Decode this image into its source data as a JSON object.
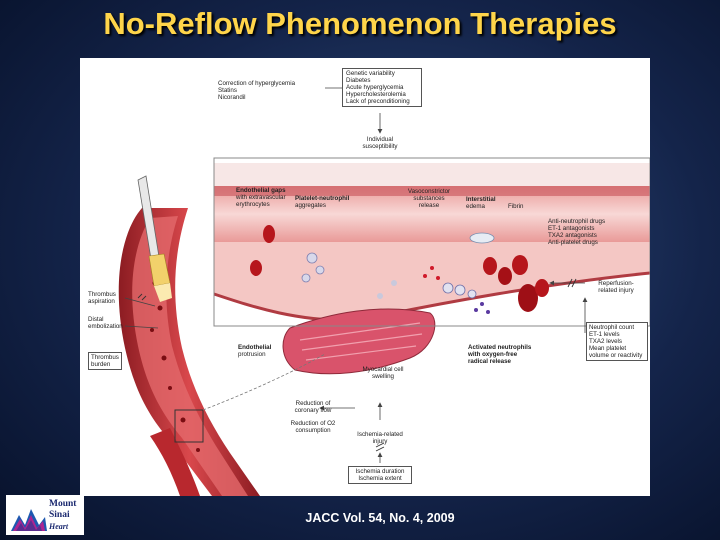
{
  "title": "No-Reflow Phenomenon Therapies",
  "citation": "JACC Vol. 54, No. 4, 2009",
  "logo": {
    "line1": "Mount",
    "line2": "Sinai",
    "line3": "Heart",
    "colors": {
      "magenta": "#d0198a",
      "blue": "#1e58b0",
      "purple": "#5a2d91"
    }
  },
  "colors": {
    "title": "#ffd54a",
    "artery": "#c63439",
    "vessel_light": "#f4c7c4",
    "myocardium": "#d9536b",
    "rbc": "#b6161c"
  },
  "figure": {
    "top_left_list": [
      "Correction of hyperglycemia",
      "Statins",
      "Nicorandil"
    ],
    "top_right_box": [
      "Genetic variability",
      "Diabetes",
      "Acute hyperglycemia",
      "Hypercholesterolemia",
      "Lack of preconditioning"
    ],
    "individual_susceptibility": [
      "Individual",
      "susceptibility"
    ],
    "endothelial_gaps": [
      "Endothelial gaps",
      "with extravascular",
      "erythrocytes"
    ],
    "platelet_neutrophil": [
      "Platelet-neutrophil",
      "aggregates"
    ],
    "vasoconstrictor": [
      "Vasoconstrictor",
      "substances",
      "release"
    ],
    "interstitial_edema": [
      "Interstitial",
      "edema"
    ],
    "fibrin": "Fibrin",
    "right_box": [
      "Anti-neutrophil drugs",
      "ET-1 antagonists",
      "TXA2 antagonists",
      "Anti-platelet drugs"
    ],
    "reperfusion": [
      "Reperfusion-",
      "related injury"
    ],
    "neutrophil_box": [
      "Neutrophil count",
      "ET-1 levels",
      "TXA2 levels",
      "Mean platelet",
      "volume or reactivity"
    ],
    "thrombus_aspiration": [
      "Thrombus",
      "aspiration"
    ],
    "distal_embolization": [
      "Distal",
      "embolization"
    ],
    "thrombus_burden": [
      "Thrombus",
      "burden"
    ],
    "endothelial_protrusion": [
      "Endothelial",
      "protrusion"
    ],
    "activated_neutrophils": [
      "Activated neutrophils",
      "with oxygen-free",
      "radical release"
    ],
    "myocardial_swelling": [
      "Myocardial cell",
      "swelling"
    ],
    "reduction_flow": [
      "Reduction of",
      "coronary flow"
    ],
    "reduction_o2": [
      "Reduction of O2",
      "consumption"
    ],
    "ischemia_injury": [
      "Ischemia-related",
      "injury"
    ],
    "ischemia_box": [
      "Ischemia duration",
      "Ischemia extent"
    ]
  }
}
